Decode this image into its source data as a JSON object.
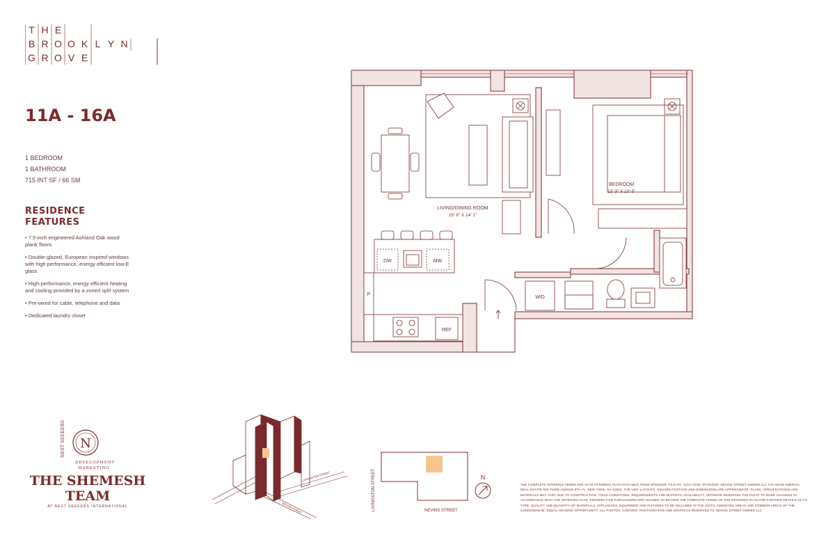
{
  "logo": {
    "line1": [
      "T",
      "H",
      "E"
    ],
    "line2": [
      "B",
      "R",
      "O",
      "O",
      "K",
      "L",
      "Y",
      "N"
    ],
    "line3": [
      "G",
      "R",
      "O",
      "V",
      "E"
    ]
  },
  "unit": {
    "title": "11A - 16A",
    "bedrooms": "1 BEDROOM",
    "bathrooms": "1 BATHROOM",
    "area": "715 INT SF / 66 SM"
  },
  "features": {
    "heading_line1": "RESIDENCE",
    "heading_line2": "FEATURES",
    "items": [
      "• 7.5-inch engineered Ashland Oak wood plank floors",
      "• Double-glazed, European inspired windows with high performance, energy efficient low-E glass",
      "• High-performance, energy efficient heating and cooling provided by a zoned split system",
      "• Pre-wired for cable, telephone and data",
      "• Dedicated laundry closet"
    ]
  },
  "plan": {
    "living_label": "LIVING/DINING ROOM",
    "living_dims": "15' 9\" X 14' 1\"",
    "bedroom_label": "BEDROOM",
    "bedroom_dims": "13' 3\" X 10' 5\"",
    "dw": "DW",
    "mw": "MW",
    "pantry": "P",
    "ref": "REF",
    "wd": "W/D"
  },
  "keyplan": {
    "street_side": "LIVINGSTON STREET",
    "street_bottom": "NEVINS STREET",
    "north": "N"
  },
  "building": {
    "street_a": "LIVINGSTON STREET",
    "street_b": "NEVINS STREET"
  },
  "marketing": {
    "vertical": "NEST SEEKERS",
    "dev_line1": "DEVELOPMENT",
    "dev_line2": "MARKETING",
    "team": "THE SHEMESH TEAM",
    "team_sub": "AT NEST SEEKERS INTERNATIONAL"
  },
  "disclaimer": "THE COMPLETE OFFERING TERMS ARE IN AN OFFERING PLAN AVAILABLE FROM SPONSOR. FILE NO. CD17-0169. SPONSOR: NEVINS STREET OWNER LLC C/O ADAM AMERICA REAL ESTATE 830 THIRD AVENUE 5TH FL. NEW YORK, NY 10022. THE UNIT LAYOUTS, SQUARE FOOTAGE AND DIMENSIONS ARE APPROXIMATE. PLANS, SPECIFICATIONS AND MATERIALS MAY VARY DUE TO CONSTRUCTION, FIELD CONDITIONS, REQUIREMENTS AND MATERIAL AVAILABILITY. SPONSOR RESERVES THE RIGHT TO MAKE CHANGES IN ACCORDANCE WITH THE OFFERING PLAN. PROSPECTIVE PURCHASERS ARE ADVISED TO REVIEW THE COMPLETE TERMS OF THE OFFERING PLAN FOR FURTHER DETAILS AS TO TYPE, QUALITY AND QUANTITY OF MATERIALS, APPLIANCES, EQUIPMENT AND FIXTURES TO BE INCLUDED IN THE UNITS, AMENITIES AREAS AND COMMON AREAS OF THE CONDOMINIUM. EQUAL HOUSING OPPORTUNITY. ALL PHOTOS, CONTENT, PHOTOGRAPHS AND GRAPHICS RESERVED TO NEVINS STREET OWNER LLC",
  "colors": {
    "brand": "#7a2a2c",
    "wall_fill": "#f3e4e4",
    "highlight": "#f7c68f"
  }
}
